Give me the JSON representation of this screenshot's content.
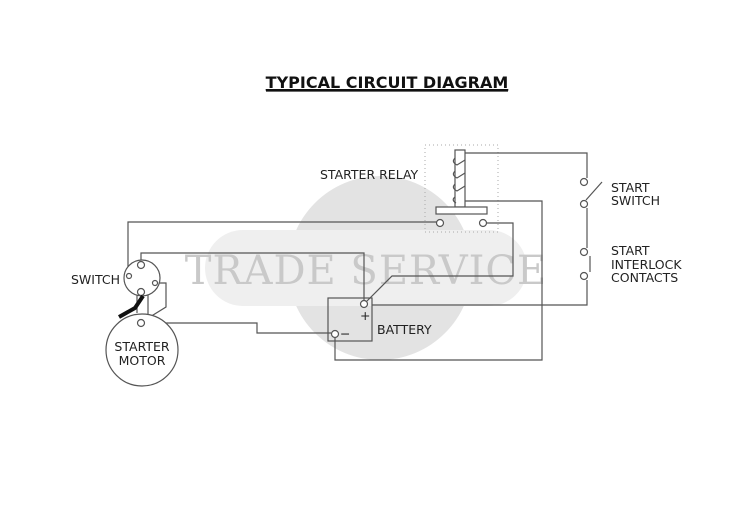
{
  "title": "TYPICAL CIRCUIT DIAGRAM",
  "watermark": "TRADE SERVICE",
  "labels": {
    "starter_relay": "STARTER RELAY",
    "switch": "SWITCH",
    "starter_motor": [
      "STARTER",
      "MOTOR"
    ],
    "battery": "BATTERY",
    "battery_plus": "+",
    "battery_minus": "−",
    "start_switch": [
      "START",
      "SWITCH"
    ],
    "start_interlock": [
      "START",
      "INTERLOCK",
      "CONTACTS"
    ]
  }
}
